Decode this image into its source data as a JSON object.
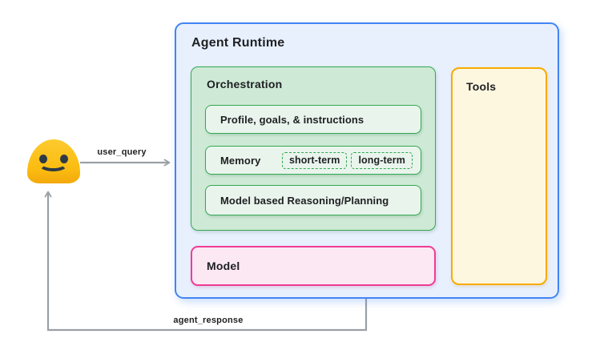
{
  "icons": {
    "user_actor": "smiling-blob-face-emoji"
  },
  "arrows": {
    "user_query_label": "user_query",
    "agent_response_label": "agent_response"
  },
  "agent_runtime": {
    "title": "Agent Runtime",
    "orchestration": {
      "title": "Orchestration",
      "rows": [
        {
          "label": "Profile, goals, & instructions"
        },
        {
          "label": "Memory",
          "chips": [
            {
              "label": "short-term"
            },
            {
              "label": "long-term"
            }
          ]
        },
        {
          "label": "Model based Reasoning/Planning"
        }
      ]
    },
    "model": {
      "title": "Model"
    },
    "tools": {
      "title": "Tools"
    }
  },
  "colors": {
    "runtime_border": "#4285f4",
    "runtime_bg": "#e8f0fe",
    "orchestration_border": "#34a853",
    "orchestration_bg": "#ceead6",
    "orchestration_item_bg": "#e9f5ec",
    "model_border": "#ee3d96",
    "model_bg": "#fce8f3",
    "tools_border": "#f9ab00",
    "tools_bg": "#fef7e0",
    "arrow_gray": "#9aa0a6",
    "text": "#202124",
    "emoji_yellow": "#fbbc10"
  }
}
